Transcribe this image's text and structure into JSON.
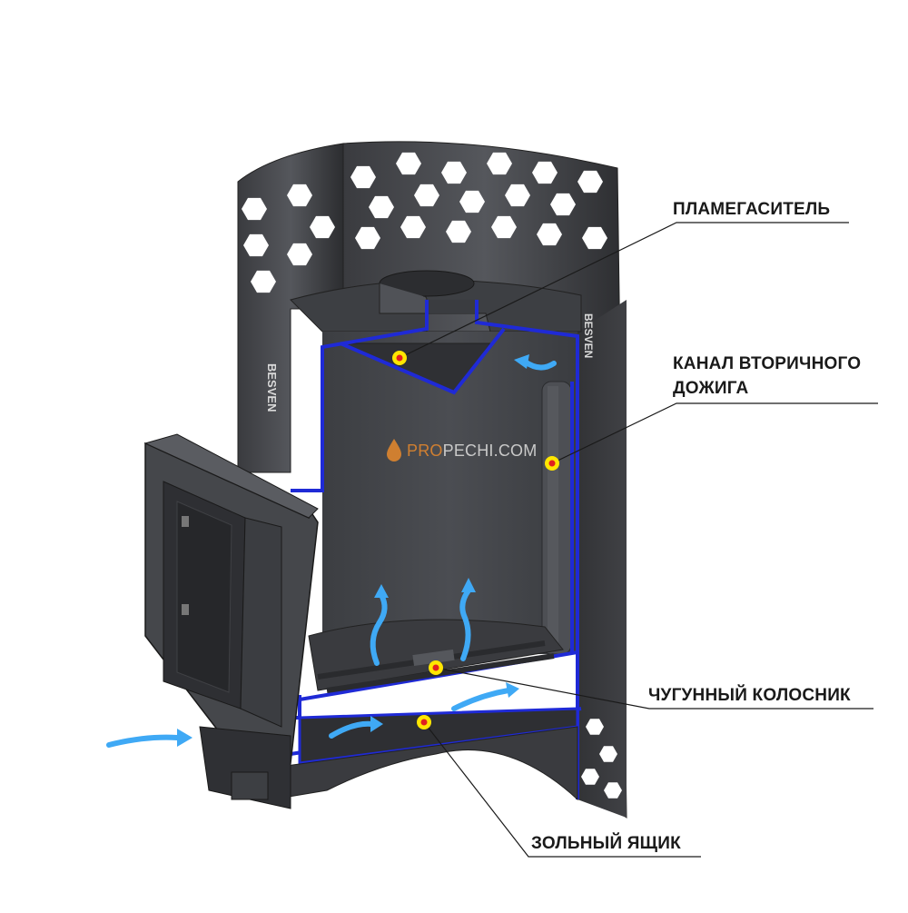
{
  "callouts": [
    {
      "id": "flame-arrester",
      "label": "ПЛАМЕГАСИТЕЛЬ"
    },
    {
      "id": "secondary-channel",
      "label_line1": "КАНАЛ ВТОРИЧНОГО",
      "label_line2": "ДОЖИГА"
    },
    {
      "id": "grate",
      "label": "ЧУГУННЫЙ КОЛОСНИК"
    },
    {
      "id": "ash-box",
      "label": "ЗОЛЬНЫЙ ЯЩИК"
    }
  ],
  "brand_text": "BESVEN",
  "watermark": {
    "prefix": "PRO",
    "middle": "PECHI",
    "suffix": ".COM"
  },
  "colors": {
    "accent_blue": "#1f2ad6",
    "marker_yellow": "#ffe600",
    "marker_red": "#e02020",
    "airflow": "#3fa9f5",
    "steel_dark": "#2e2f32",
    "steel_mid": "#45474b",
    "leader_line": "#1a1a1a"
  }
}
